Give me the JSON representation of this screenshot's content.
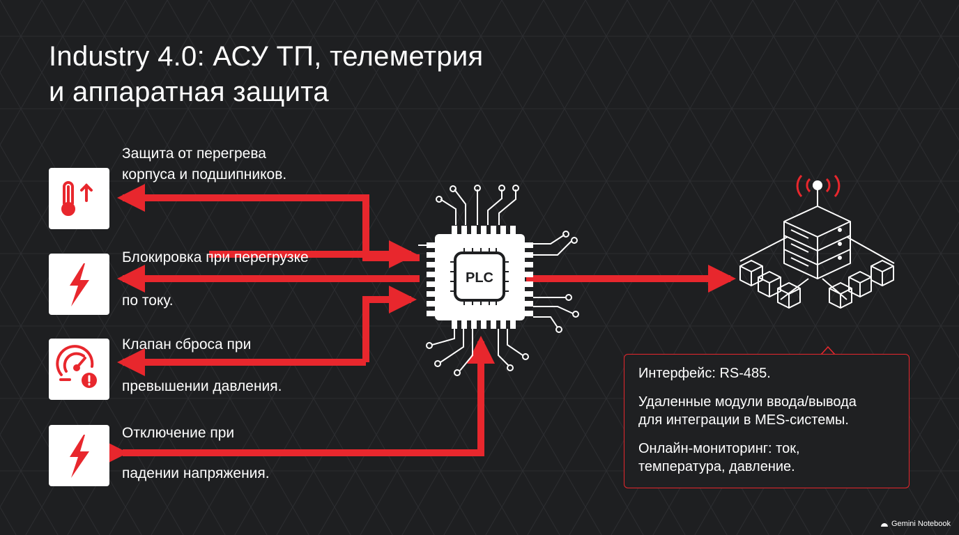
{
  "title": {
    "line1": "Industry 4.0: АСУ ТП, телеметрия",
    "line2": "и аппаратная защита"
  },
  "protections": [
    {
      "icon": "thermometer-up-icon",
      "line1": "Защита от перегрева",
      "line2": "корпуса и подшипников."
    },
    {
      "icon": "lightning-icon",
      "line1": "Блокировка при перегрузке",
      "line2": "по току."
    },
    {
      "icon": "pressure-gauge-warning-icon",
      "line1": "Клапан сброса при",
      "line2": "превышении давления."
    },
    {
      "icon": "lightning-icon",
      "line1": "Отключение при",
      "line2": "падении напряжения."
    }
  ],
  "controller": {
    "label": "PLC"
  },
  "info": {
    "interface": "Интерфейс: RS-485.",
    "io_line1": "Удаленные модули ввода/вывода",
    "io_line2": "для интеграции в MES-системы.",
    "mon_line1": "Онлайн-мониторинг: ток,",
    "mon_line2": "температура, давление."
  },
  "watermark": "Gemini Notebook",
  "colors": {
    "accent": "#e8272d",
    "background": "#1e1f21",
    "card": "#ffffff",
    "text": "#ffffff"
  }
}
